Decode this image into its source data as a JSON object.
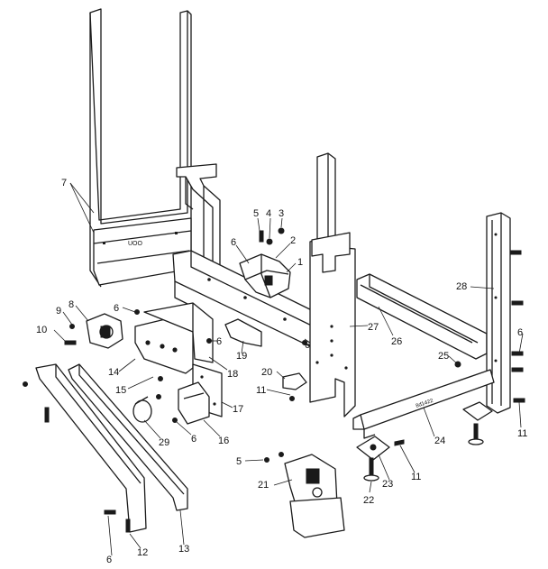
{
  "diagram": {
    "panel_marking": "UOO",
    "rail_marking": "8d1422",
    "callouts": [
      {
        "id": "c7",
        "label": "7"
      },
      {
        "id": "c5a",
        "label": "5"
      },
      {
        "id": "c4",
        "label": "4"
      },
      {
        "id": "c3",
        "label": "3"
      },
      {
        "id": "c6a",
        "label": "6"
      },
      {
        "id": "c2",
        "label": "2"
      },
      {
        "id": "c1",
        "label": "1"
      },
      {
        "id": "c28",
        "label": "28"
      },
      {
        "id": "c6b",
        "label": "6"
      },
      {
        "id": "c8",
        "label": "8"
      },
      {
        "id": "c9",
        "label": "9"
      },
      {
        "id": "c10",
        "label": "10"
      },
      {
        "id": "c6c",
        "label": "6"
      },
      {
        "id": "c6d",
        "label": "6"
      },
      {
        "id": "c19",
        "label": "19"
      },
      {
        "id": "c27",
        "label": "27"
      },
      {
        "id": "c26",
        "label": "26"
      },
      {
        "id": "c6e",
        "label": "6"
      },
      {
        "id": "c14",
        "label": "14"
      },
      {
        "id": "c18",
        "label": "18"
      },
      {
        "id": "c25",
        "label": "25"
      },
      {
        "id": "c20",
        "label": "20"
      },
      {
        "id": "c15",
        "label": "15"
      },
      {
        "id": "c11a",
        "label": "11"
      },
      {
        "id": "c17",
        "label": "17"
      },
      {
        "id": "c29",
        "label": "29"
      },
      {
        "id": "c6f",
        "label": "6"
      },
      {
        "id": "c16",
        "label": "16"
      },
      {
        "id": "c24",
        "label": "24"
      },
      {
        "id": "c11b",
        "label": "11"
      },
      {
        "id": "c5b",
        "label": "5"
      },
      {
        "id": "c23",
        "label": "23"
      },
      {
        "id": "c11c",
        "label": "11"
      },
      {
        "id": "c21",
        "label": "21"
      },
      {
        "id": "c22",
        "label": "22"
      },
      {
        "id": "c6g",
        "label": "6"
      },
      {
        "id": "c12",
        "label": "12"
      },
      {
        "id": "c13",
        "label": "13"
      }
    ]
  }
}
